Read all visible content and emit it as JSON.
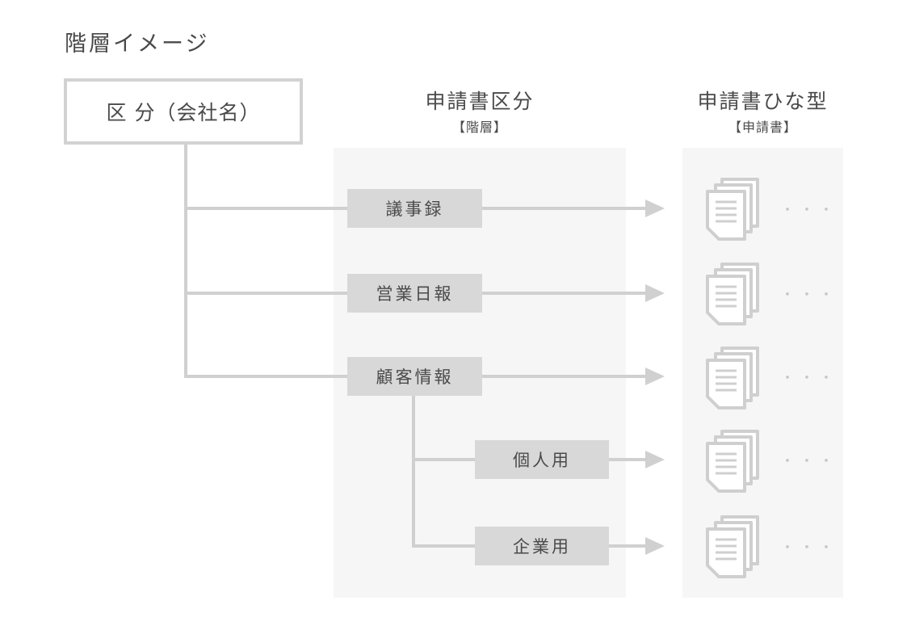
{
  "title": "階層イメージ",
  "root": {
    "label": "区 分（会社名）"
  },
  "columns": {
    "category": {
      "title": "申請書区分",
      "subtitle": "【階層】"
    },
    "template": {
      "title": "申請書ひな型",
      "subtitle": "【申請書】"
    }
  },
  "nodes": {
    "minutes": "議事録",
    "daily_report": "営業日報",
    "customer_info": "顧客情報",
    "personal": "個人用",
    "corporate": "企業用"
  },
  "ellipsis": "・・・",
  "icons": {
    "document_stack": "document-stack-icon"
  },
  "colors": {
    "line": "#d0d0d0",
    "node_fill": "#d8d8d8",
    "panel": "#f6f6f6",
    "text": "#4a4a4a"
  }
}
